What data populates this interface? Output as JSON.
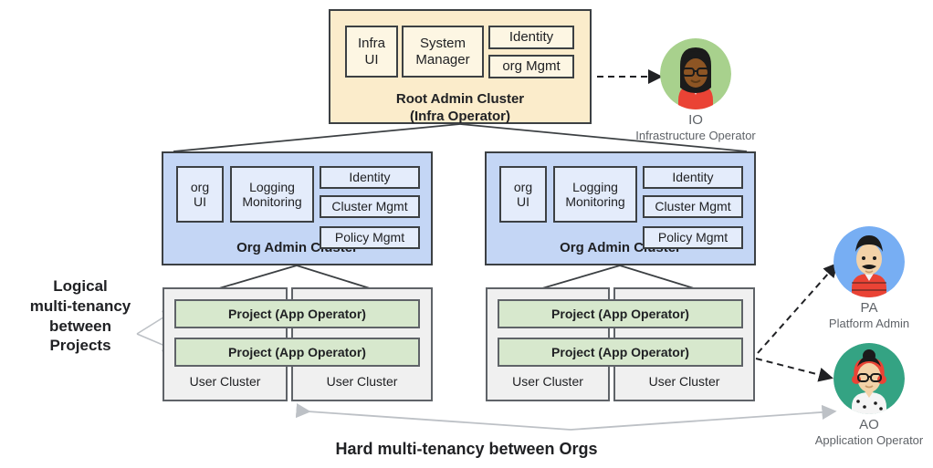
{
  "diagram": {
    "root_cluster": {
      "title_line1": "Root Admin Cluster",
      "title_line2": "(Infra Operator)",
      "components": [
        {
          "label": "Infra\nUI"
        },
        {
          "label": "System\nManager"
        },
        {
          "label": "Identity"
        },
        {
          "label": "org Mgmt"
        }
      ],
      "fill": "#fbeccb",
      "inner_fill": "#fdf6e3"
    },
    "orgs": [
      {
        "title": "Org Admin Cluster",
        "components": [
          {
            "label": "org\nUI"
          },
          {
            "label": "Logging\nMonitoring"
          },
          {
            "label": "Identity"
          },
          {
            "label": "Cluster Mgmt"
          },
          {
            "label": "Policy Mgmt"
          }
        ],
        "user_clusters": [
          {
            "label": "User Cluster"
          },
          {
            "label": "User Cluster"
          }
        ],
        "projects": [
          {
            "label": "Project (App Operator)"
          },
          {
            "label": "Project (App Operator)"
          }
        ],
        "fill": "#c4d6f5",
        "inner_fill": "#e4ecfb"
      },
      {
        "title": "Org Admin Cluster",
        "components": [
          {
            "label": "org\nUI"
          },
          {
            "label": "Logging\nMonitoring"
          },
          {
            "label": "Identity"
          },
          {
            "label": "Cluster Mgmt"
          },
          {
            "label": "Policy Mgmt"
          }
        ],
        "user_clusters": [
          {
            "label": "User Cluster"
          },
          {
            "label": "User Cluster"
          }
        ],
        "projects": [
          {
            "label": "Project (App Operator)"
          },
          {
            "label": "Project  (App Operator)"
          }
        ],
        "fill": "#c4d6f5",
        "inner_fill": "#e4ecfb"
      }
    ],
    "notes": {
      "left_note": "Logical\nmulti-tenancy\nbetween\nProjects",
      "bottom_note": "Hard multi-tenancy between Orgs"
    },
    "personas": [
      {
        "abbr": "IO",
        "role": "Infrastructure Operator",
        "ring_color": "#a8d18d",
        "skin": "#8d5524",
        "hair": "#1b1b1b",
        "shirt": "#ea4335",
        "icon": "person-io-avatar"
      },
      {
        "abbr": "PA",
        "role": "Platform Admin",
        "ring_color": "#77aef3",
        "skin": "#f3d2a8",
        "hair": "#1b1b1b",
        "shirt": "#ea4335",
        "icon": "person-pa-avatar"
      },
      {
        "abbr": "AO",
        "role": "Application Operator",
        "ring_color": "#34a383",
        "skin": "#f3d2a8",
        "hair": "#1b1b1b",
        "shirt": "#ea4335",
        "icon": "person-ao-avatar"
      }
    ],
    "colors": {
      "line": "#3c4043",
      "arrow_gray": "#bdc1c6",
      "dashed": "#202124",
      "project_green": "#d7e8cd",
      "user_cluster_gray": "#f0f0f0"
    }
  }
}
